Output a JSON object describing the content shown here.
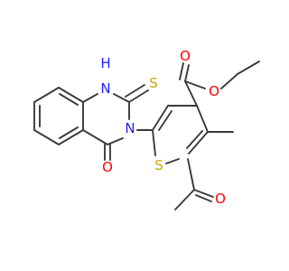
{
  "colors": {
    "bond": "#3a3a3a",
    "carbon": "#3a3a3a",
    "oxygen": "#ff0000",
    "nitrogen": "#1f1fff",
    "sulfur": "#c8a800"
  },
  "atoms": {
    "nh_n": "N",
    "nh_h": "H",
    "n3": "N",
    "thione_s": "S",
    "quin_o": "O",
    "ester_carbonyl_o": "O",
    "ester_ether_o": "O",
    "thiophene_s": "S",
    "acetyl_o": "O"
  }
}
